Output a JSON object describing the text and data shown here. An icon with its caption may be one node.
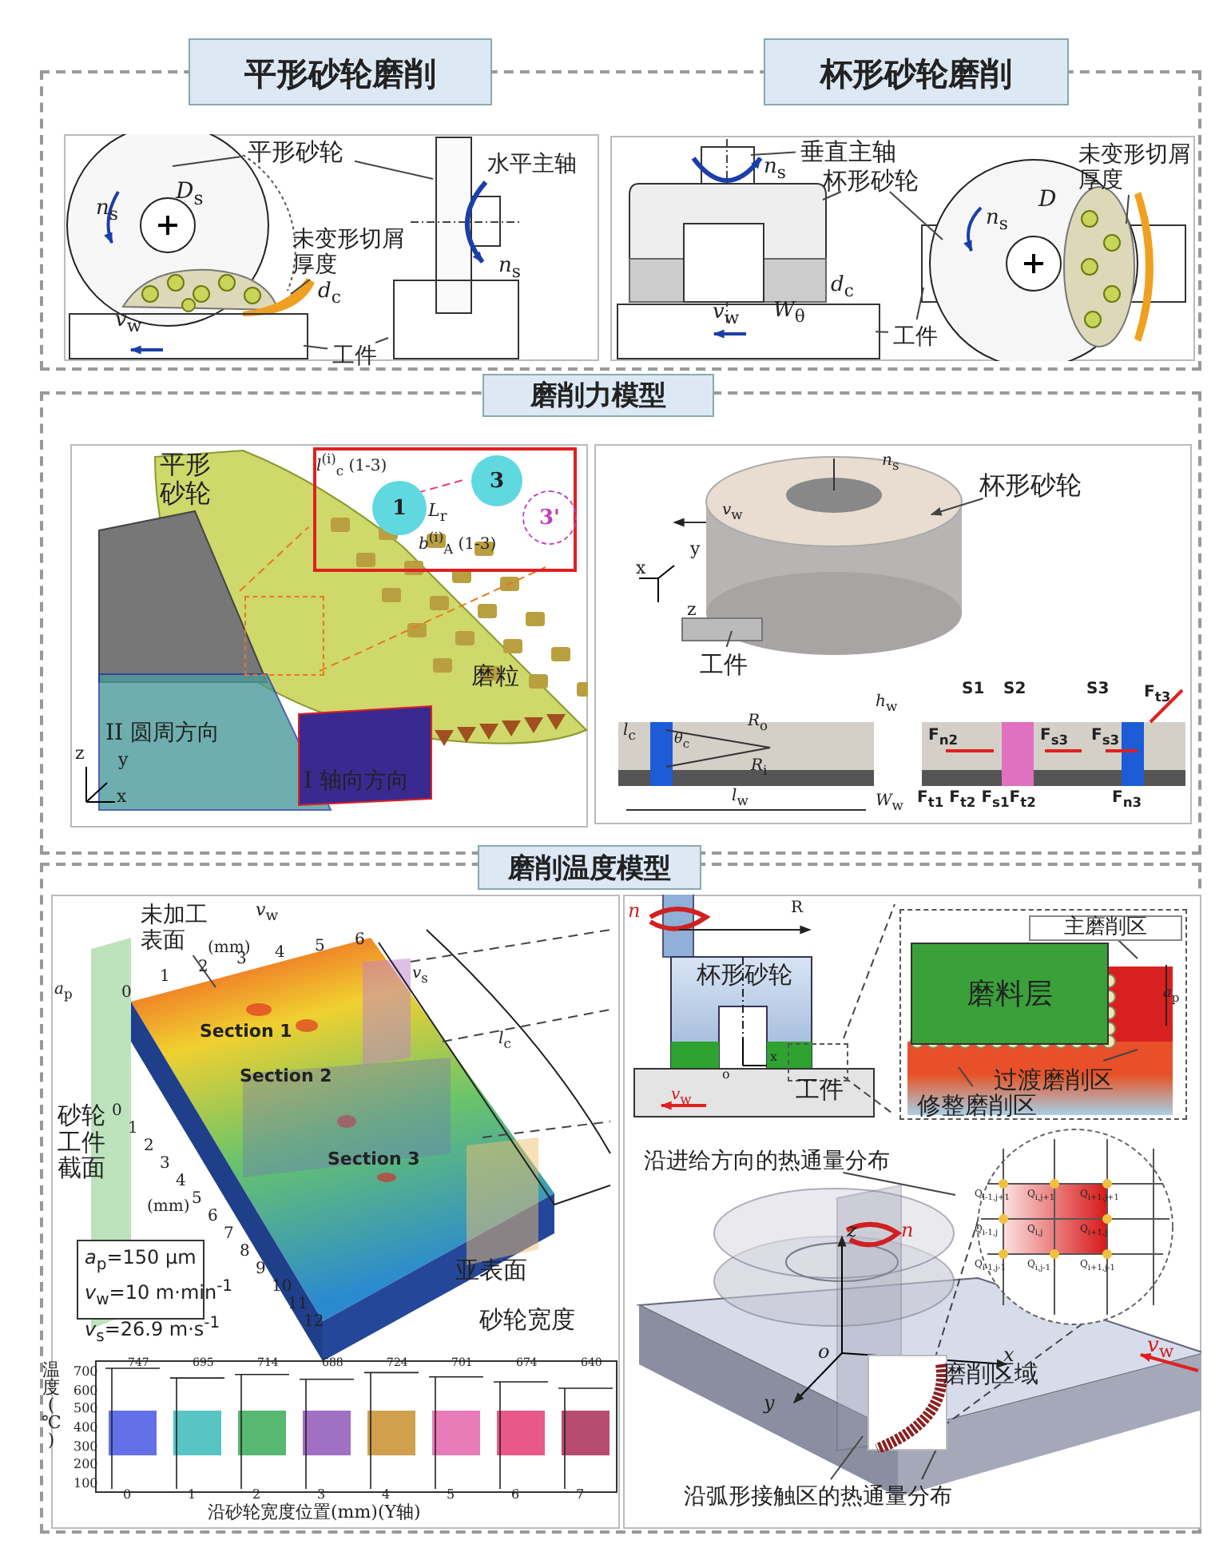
{
  "diagram": {
    "nodes": [
      {
        "text": [
          "平形砂轮磨削",
          "杯形砂轮磨削"
        ]
      },
      {
        "text": [],
        "shape": "picture",
        "in": 0
      },
      {
        "text": [],
        "shape": "picture",
        "in": 0
      },
      {
        "text": [
          "磨削力模型"
        ]
      },
      {
        "text": [],
        "shape": "picture",
        "in": 3
      },
      {
        "text": [],
        "shape": "picture",
        "in": 3
      },
      {
        "text": [
          "磨削温度模型"
        ]
      },
      {
        "text": [],
        "shape": "picture",
        "in": 6
      },
      {
        "text": [],
        "shape": "picture",
        "in": 6
      },
      {
        "text": [
          "平形砂轮"
        ],
        "in": 1
      },
      {
        "text": [
          "未变形切屑厚度"
        ],
        "in": 1
      },
      {
        "text": [
          "工件"
        ],
        "in": 1
      },
      {
        "text": [
          "垂直主轴"
        ],
        "in": 2
      },
      {
        "text": [
          "杯形砂轮"
        ],
        "in": 2
      },
      {
        "text": [
          "未变形切屑厚度"
        ],
        "in": 2
      },
      {
        "text": [
          "工件"
        ],
        "in": 2
      },
      {
        "text": [],
        "shape": "box",
        "in": 4
      },
      {
        "text": [
          "1"
        ],
        "in": 16
      },
      {
        "text": [
          "3"
        ],
        "in": 16
      },
      {
        "text": [
          "3'"
        ],
        "in": 16
      },
      {
        "text": [],
        "shape": "box",
        "in": 4
      },
      {
        "text": [
          "杯形砂轮"
        ],
        "in": 5
      },
      {
        "text": [
          "工件"
        ],
        "in": 5
      },
      {
        "text": [
          "未加工表面"
        ],
        "in": 7
      },
      {
        "text": [
          "*a*$_{p}$=150 μm",
          "*v*$_{w}$=10 m·min$^{-1}$",
          "*v*$_{s}$=26.9 m·s$^{-1}$"
        ],
        "in": 7
      },
      {
        "text": [],
        "shape": "box",
        "in": 8
      },
      {
        "text": [
          "磨料层"
        ],
        "in": 25
      },
      {
        "text": [
          "主磨削区"
        ],
        "in": 25
      },
      {
        "text": [
          "过渡磨削区"
        ],
        "in": 25
      },
      {
        "text": [
          "修整磨削区"
        ],
        "in": 25
      },
      {
        "text": [],
        "shape": "box",
        "in": 8
      },
      {
        "text": [
          "沿进给方向的热通量分布"
        ],
        "in": 8
      },
      {
        "text": [
          "沿弧形接触区的热通量分布"
        ],
        "in": 8
      },
      {
        "text": [],
        "shape": "circle",
        "in": 8
      },
      {
        "text": [],
        "shape": "picture",
        "in": 8
      },
      {
        "text": [],
        "shape": "box",
        "in": 1
      },
      {
        "text": [],
        "shape": "box",
        "in": 1
      },
      {
        "text": [],
        "shape": "box",
        "in": 2
      }
    ],
    "edges": [
      {
        "from": 9,
        "to": null,
        "arrow": "none"
      },
      {
        "from": 9,
        "to": null,
        "arrow": "none"
      },
      {
        "from": 10,
        "to": null,
        "arrow": "none"
      },
      {
        "from": 11,
        "to": 35,
        "arrow": "none"
      },
      {
        "from": 11,
        "to": 36,
        "arrow": "none"
      },
      {
        "from": 12,
        "to": null,
        "arrow": "none"
      },
      {
        "from": 13,
        "to": null,
        "arrow": "none"
      },
      {
        "from": 13,
        "to": null,
        "arrow": "none"
      },
      {
        "from": 14,
        "to": null,
        "arrow": "none"
      },
      {
        "from": 15,
        "to": 37,
        "arrow": "none"
      },
      {
        "from": 15,
        "to": null,
        "arrow": "none"
      },
      {
        "from": 17,
        "to": 18,
        "arrow": "none",
        "style": "dashed",
        "color": "#e0407a"
      },
      {
        "from": 20,
        "to": 16,
        "arrow": "none",
        "style": "dashed",
        "color": "#e87722"
      },
      {
        "from": 20,
        "to": 16,
        "arrow": "none",
        "style": "dashed",
        "color": "#e87722"
      },
      {
        "from": 21,
        "to": null,
        "arrow": "to"
      },
      {
        "from": 22,
        "to": null,
        "arrow": "none"
      },
      {
        "from": 23,
        "to": null,
        "arrow": "none"
      },
      {
        "from": 27,
        "to": null,
        "arrow": "none"
      },
      {
        "from": 28,
        "to": null,
        "arrow": "none"
      },
      {
        "from": 29,
        "to": null,
        "arrow": "none"
      },
      {
        "from": 30,
        "to": 25,
        "arrow": "none",
        "style": "dashed"
      },
      {
        "from": 30,
        "to": 25,
        "arrow": "none",
        "style": "dashed"
      },
      {
        "from": 31,
        "to": null,
        "arrow": "none"
      },
      {
        "from": 32,
        "to": 34,
        "arrow": "none"
      },
      {
        "from": 32,
        "to": 34,
        "arrow": "none"
      },
      {
        "from": 34,
        "to": 33,
        "arrow": "none",
        "style": "dashed"
      },
      {
        "from": 34,
        "to": 33,
        "arrow": "none",
        "style": "dashed"
      }
    ],
    "labels": [
      "水平主轴",
      "*n*$_{s}$",
      "*D*$_{s}$",
      "*d*$_{c}$",
      "*v*$_{w}$",
      "*n*$_{s}$",
      "*n*$_{s}$",
      "*d*$_{c}$",
      "*v*$_{w}$",
      "*W*$_{θ}$",
      "*n*$_{s}$",
      "*D*",
      "平形砂轮",
      "*l*$^{(i)}$$_{c}$ (1-3)",
      "*L*$_{r}$",
      "*b*$^{(i)}$$_{A}$ (1-3)",
      "磨粒",
      "II 圆周方向",
      "I 轴向方向",
      "z",
      "y",
      "x",
      "*n*$_{s}$",
      "*v*$_{w}$",
      "x",
      "y",
      "z",
      "*l*$_{c}$",
      "*θ*$_{c}$",
      "*R*$_{o}$",
      "*R*$_{i}$",
      "*h*$_{w}$",
      "*l*$_{w}$",
      "*W*$_{w}$",
      "S1",
      "S2",
      "S3",
      "F$_{t3}$",
      "F$_{n2}$",
      "F$_{s3}$",
      "F$_{s3}$",
      "F$_{t1}$ F$_{t2}$ F$_{s1}$F$_{t2}$",
      "F$_{n3}$",
      "*v*$_{w}$",
      "(mm)",
      "0",
      "1",
      "2",
      "3",
      "4",
      "5",
      "6",
      "*a*$_{p}$",
      "*v*$_{s}$",
      "*l*$_{c}$",
      "Section 1",
      "Section 2",
      "Section 3",
      "砂轮工件截面",
      "0",
      "1",
      "2",
      "3",
      "4",
      "5",
      "6",
      "7",
      "8",
      "9",
      "10",
      "11",
      "12",
      "(mm)",
      "亚表面",
      "砂轮宽度",
      "温度(℃)",
      "700",
      "600",
      "500",
      "400",
      "300",
      "200",
      "100",
      "747",
      "695",
      "714",
      "688",
      "724",
      "701",
      "674",
      "640",
      "0",
      "1",
      "2",
      "3",
      "4",
      "5",
      "6",
      "7",
      "沿砂轮宽度位置(mm)(Y轴)",
      "*n*",
      "R",
      "杯形砂轮",
      "*v*$_{w}$",
      "o",
      "x",
      "工件",
      "*a*$_{p}$",
      "*z*",
      "*n*",
      "*o*",
      "*x*",
      "*y*",
      "磨削区域",
      "*v*$_{w}$",
      "Q$_{i-1,j+1}$",
      "Q$_{i,j+1}$",
      "Q$_{i+1,j+1}$",
      "Q$_{i-1,j}$",
      "Q$_{i,j}$",
      "Q$_{i+1,j}$",
      "Q$_{i-1,j-1}$",
      "Q$_{i,j-1}$",
      "Q$_{i+1,j-1}$"
    ]
  }
}
